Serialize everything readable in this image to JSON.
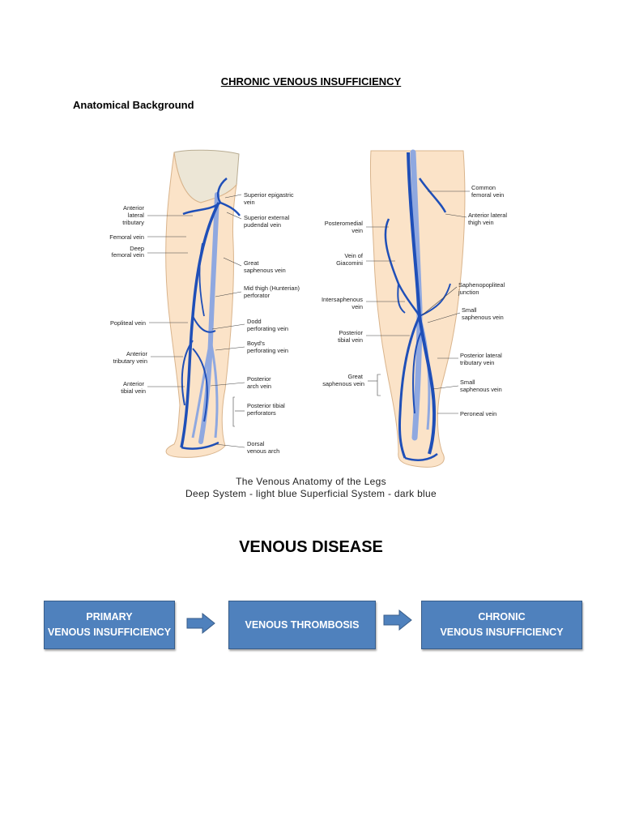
{
  "header": {
    "title": "CHRONIC VENOUS INSUFFICIENCY",
    "subtitle": "Anatomical Background"
  },
  "figure": {
    "left_labels": [
      "Anterior",
      "lateral",
      "tributary",
      "Femoral vein",
      "Deep",
      "femoral vein",
      "Popliteal vein",
      "Anterior",
      "tributary vein",
      "Anterior",
      "tibial vein"
    ],
    "mid_labels": [
      "Superior epigastric",
      "vein",
      "Superior external",
      "pudendal vein",
      "Great",
      "saphenous vein",
      "Mid thigh (Hunterian)",
      "perforator",
      "Dodd",
      "perforating vein",
      "Boyd's",
      "perforating vein",
      "Posterior",
      "arch vein",
      "Posterior tibial",
      "perforators",
      "Dorsal",
      "venous arch"
    ],
    "right_left_labels": [
      "Posteromedial",
      "vein",
      "Vein of",
      "Giacomini",
      "Intersaphenous",
      "vein",
      "Posterior",
      "tibial vein",
      "Great",
      "saphenous vein"
    ],
    "right_labels": [
      "Common",
      "femoral vein",
      "Anterior lateral",
      "thigh vein",
      "Saphenopopliteal",
      "junction",
      "Small",
      "saphenous vein",
      "Posterior lateral",
      "tributary vein",
      "Small",
      "saphenous vein",
      "Peroneal vein"
    ],
    "caption_line1": "The Venous Anatomy of the Legs",
    "caption_line2": "Deep System - light blue  Superficial System - dark blue",
    "colors": {
      "superficial": "#1f4fb8",
      "deep": "#8fa8e0",
      "skin": "#fbe3c8",
      "bone": "#ece6d6"
    }
  },
  "venous": {
    "title": "VENOUS DISEASE",
    "flow": [
      {
        "line1": "PRIMARY",
        "line2": "VENOUS INSUFFICIENCY"
      },
      {
        "line1": "VENOUS THROMBOSIS",
        "line2": ""
      },
      {
        "line1": "CHRONIC",
        "line2": "VENOUS INSUFFICIENCY"
      }
    ],
    "box_color": "#4f81bd",
    "arrow_icon": "right-arrow-icon"
  }
}
